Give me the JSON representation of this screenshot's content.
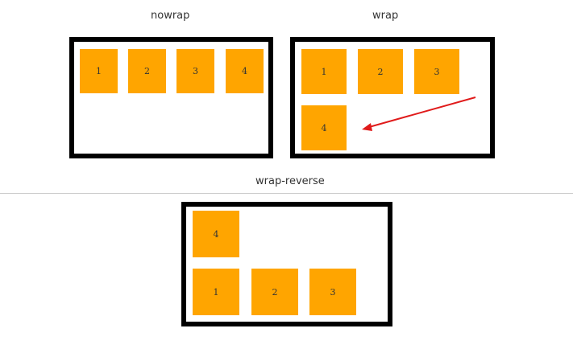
{
  "panels": {
    "nowrap": {
      "title": "nowrap",
      "items": [
        "1",
        "2",
        "3",
        "4"
      ]
    },
    "wrap": {
      "title": "wrap",
      "items": [
        "1",
        "2",
        "3",
        "4"
      ]
    },
    "wrap_reverse": {
      "title": "wrap-reverse",
      "items": [
        "4",
        "1",
        "2",
        "3"
      ]
    }
  },
  "colors": {
    "item_fill": "#ffa500",
    "frame_border": "#000000",
    "arrow": "#e01b1b",
    "divider": "#cccccc"
  }
}
